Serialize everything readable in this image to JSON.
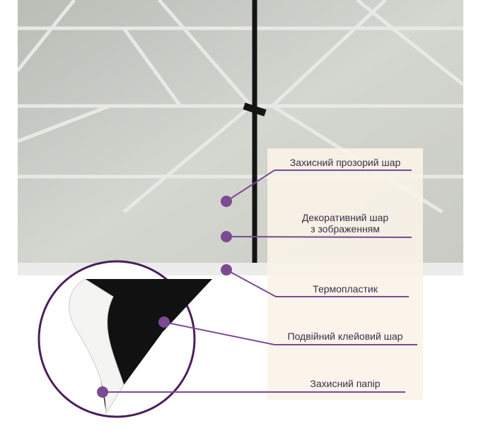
{
  "layers": [
    {
      "label": "Захисний прозорий шар"
    },
    {
      "label_line1": "Декоративний шар",
      "label_line2": "з зображенням"
    },
    {
      "label": "Термопластик"
    },
    {
      "label": "Подвійний клейовий шар"
    },
    {
      "label": "Захисний папір"
    }
  ],
  "colors": {
    "accent": "#7b4a93",
    "panel": "#faf3e8",
    "circle_border": "#4a1f5c"
  }
}
